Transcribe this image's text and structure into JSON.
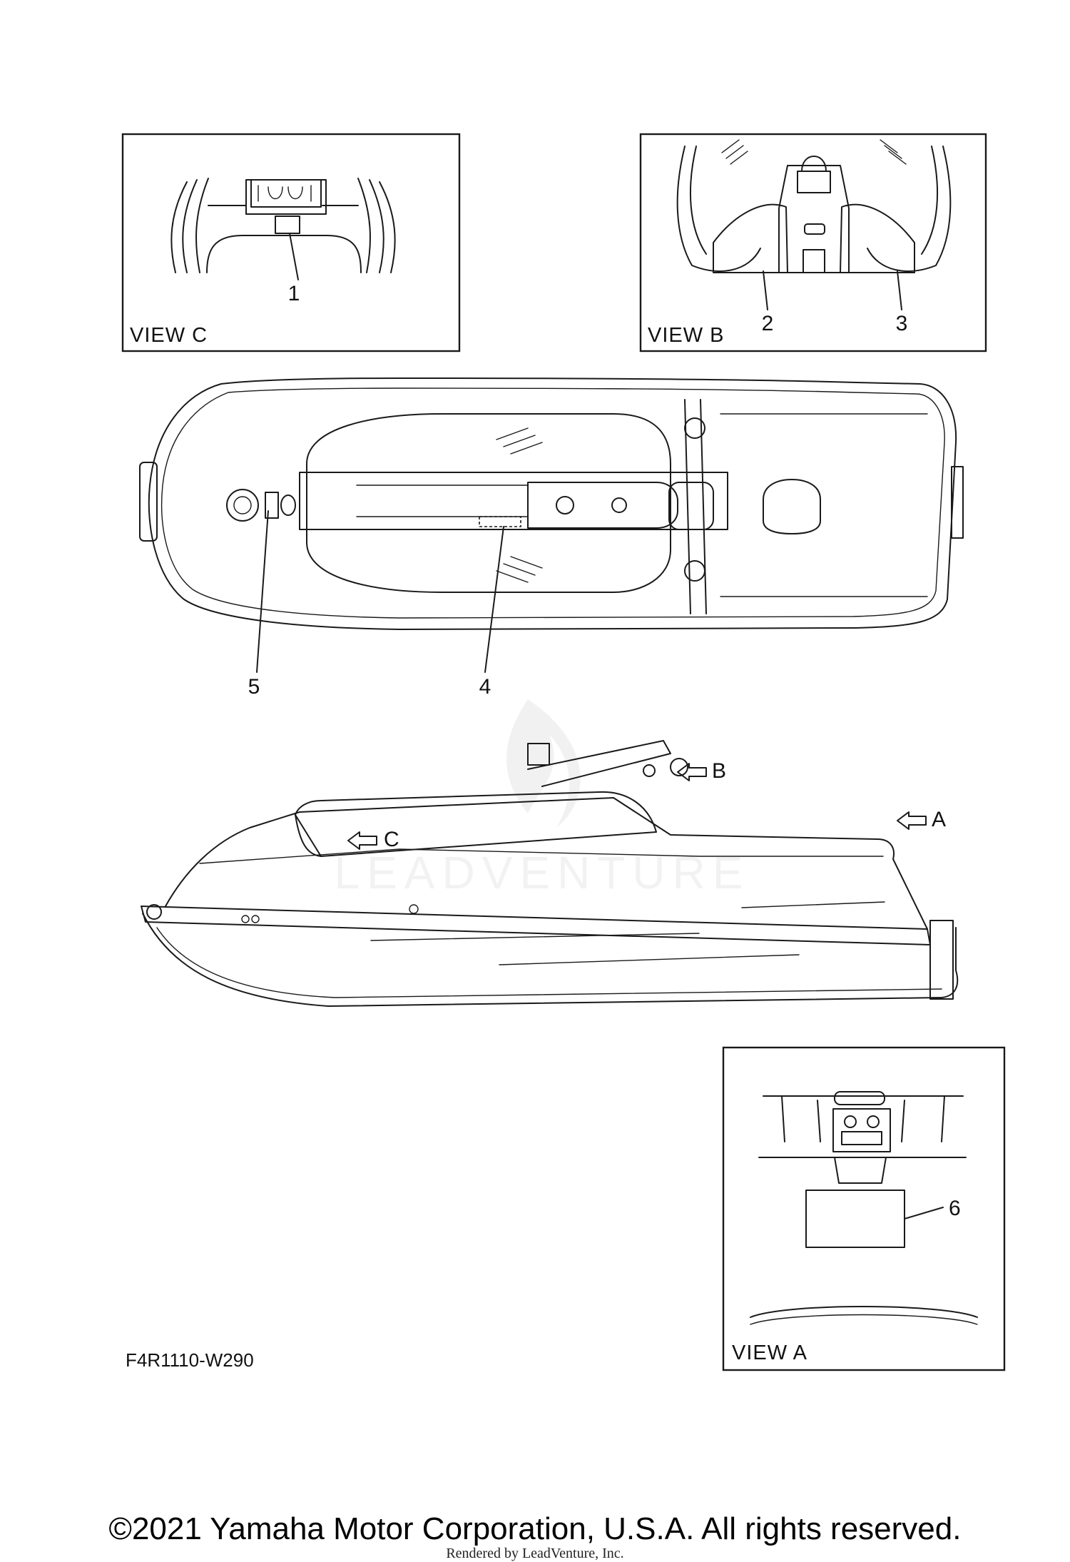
{
  "views": {
    "view_c": "VIEW C",
    "view_b": "VIEW B",
    "view_a": "VIEW A"
  },
  "callouts": [
    "1",
    "2",
    "3",
    "4",
    "5",
    "6"
  ],
  "direction_markers": {
    "a": "A",
    "b": "B",
    "c": "C"
  },
  "figure_code": "F4R1110-W290",
  "watermark": "LEADVENTURE",
  "copyright": "©2021 Yamaha Motor Corporation, U.S.A. All rights reserved.",
  "rendered_by": "Rendered by LeadVenture, Inc."
}
